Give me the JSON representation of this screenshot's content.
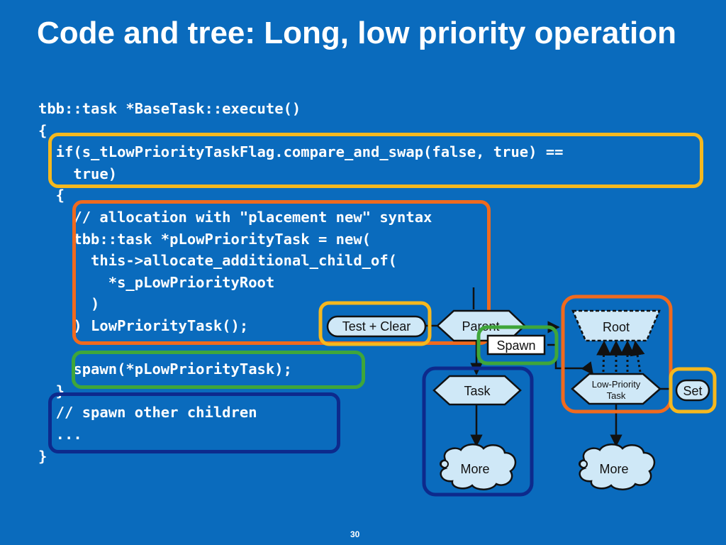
{
  "slide": {
    "title": "Code and tree: Long, low priority operation",
    "page_number": "30"
  },
  "code": {
    "lines": [
      "tbb::task *BaseTask::execute()",
      "{",
      "  if(s_tLowPriorityTaskFlag.compare_and_swap(false, true) ==",
      "    true)",
      "  {",
      "    // allocation with \"placement new\" syntax",
      "    tbb::task *pLowPriorityTask = new(",
      "      this->allocate_additional_child_of(",
      "        *s_pLowPriorityRoot",
      "      )",
      "    ) LowPriorityTask();",
      "",
      "    spawn(*pLowPriorityTask);",
      "  }",
      "  // spawn other children",
      "  ...",
      "}"
    ]
  },
  "diagram": {
    "test_clear": "Test + Clear",
    "parent": "Parent",
    "spawn": "Spawn",
    "task": "Task",
    "more_left": "More",
    "root": "Root",
    "low_priority_line1": "Low-Priority",
    "low_priority_line2": "Task",
    "set": "Set",
    "more_right": "More"
  },
  "colors": {
    "background": "#0a6bbd",
    "highlight_yellow": "#f5b81e",
    "highlight_orange": "#f06a1e",
    "highlight_green": "#3fa63a",
    "highlight_navy": "#0d2a8c",
    "node_fill": "#cfe8f7"
  }
}
